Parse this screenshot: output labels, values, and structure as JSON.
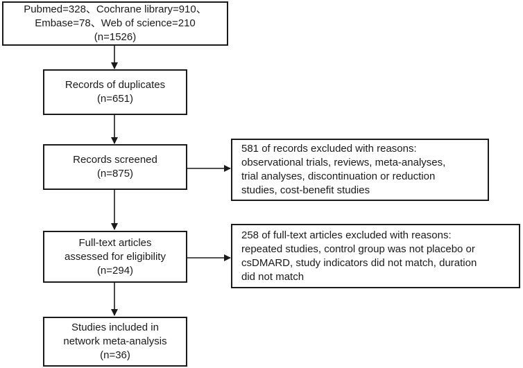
{
  "flow": {
    "identification": {
      "lines": [
        "Pubmed=328、Cochrane library=910、",
        "Embase=78、Web of science=210",
        "(n=1526)"
      ]
    },
    "duplicates": {
      "lines": [
        "Records of duplicates",
        "(n=651)"
      ]
    },
    "screened": {
      "lines": [
        "Records screened",
        "(n=875)"
      ]
    },
    "excluded_records": {
      "lines": [
        "581 of records excluded with reasons:",
        "observational trials, reviews, meta-analyses,",
        "trial analyses, discontinuation or reduction",
        "studies, cost-benefit studies"
      ]
    },
    "full_text": {
      "lines": [
        "Full-text articles",
        "assessed for eligibility",
        "(n=294)"
      ]
    },
    "excluded_full_text": {
      "lines": [
        "258 of full-text articles excluded with reasons:",
        "repeated studies, control group was not placebo or",
        "csDMARD, study indicators did not match, duration",
        "did not match"
      ]
    },
    "included": {
      "lines": [
        "Studies included in",
        "network meta-analysis",
        "(n=36)"
      ]
    }
  },
  "colors": {
    "stroke": "#1a1a1a",
    "background": "#ffffff"
  }
}
